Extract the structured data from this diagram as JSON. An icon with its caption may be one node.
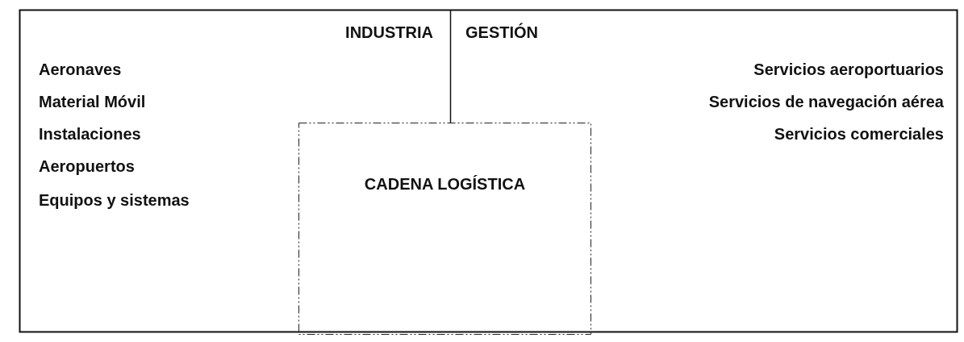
{
  "diagram": {
    "nodes": [
      {
        "text": [
          "INDUSTRIA",
          "Aeronaves",
          "Material Móvil",
          "Instalaciones",
          "Aeropuertos",
          "Equipos y sistemas"
        ]
      },
      {
        "text": [
          "GESTIÓN",
          "Servicios aeroportuarios",
          "Servicios de navegación aérea",
          "Servicios comerciales"
        ]
      },
      {
        "text": [
          "CADENA LOGÍSTICA"
        ]
      }
    ]
  }
}
